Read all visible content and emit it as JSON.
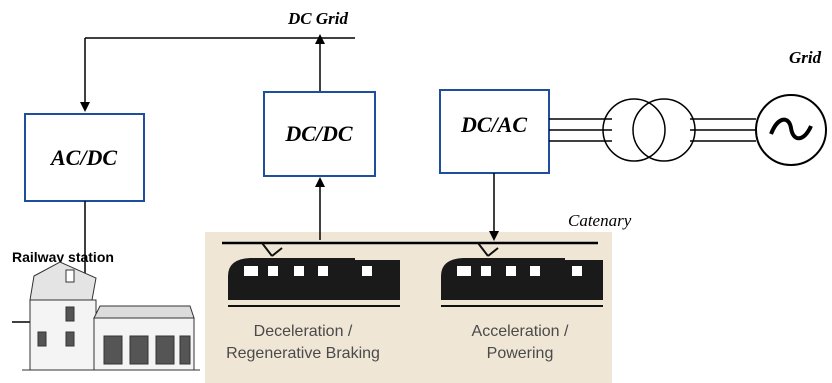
{
  "labels": {
    "dc_grid": "DC Grid",
    "grid": "Grid",
    "catenary": "Catenary",
    "railway_station": "Railway station"
  },
  "converters": {
    "ac_dc": "AC/DC",
    "dc_dc": "DC/DC",
    "dc_ac": "DC/AC"
  },
  "modes": {
    "deceleration_line1": "Deceleration /",
    "deceleration_line2": "Regenerative Braking",
    "acceleration_line1": "Acceleration /",
    "acceleration_line2": "Powering"
  },
  "colors": {
    "box_border": "#1f4e9c",
    "panel_bg": "#efe6d6",
    "line": "#000000",
    "train_body": "#1a1a1a"
  }
}
